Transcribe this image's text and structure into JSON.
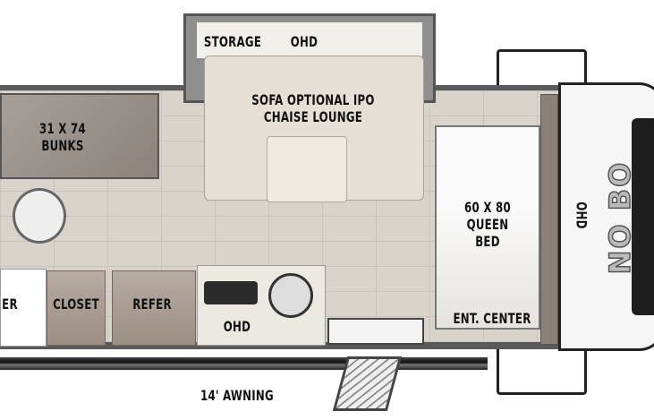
{
  "floorplan": {
    "slideout": {
      "storage": "STORAGE",
      "ohd": "OHD"
    },
    "sofa": "SOFA OPTIONAL IPO CHAISE LOUNGE",
    "bunks": "31 X 74 BUNKS",
    "bed": "60 X 80 QUEEN BED",
    "front_ohd": "OHD",
    "logo": "NO BO",
    "shower": "ER",
    "closet": "CLOSET",
    "refer": "REFER",
    "kitchen_ohd": "OHD",
    "ent_center": "ENT. CENTER",
    "awning": "14' AWNING"
  },
  "colors": {
    "floor": "#d8d3cb",
    "wall": "#5a5a5a",
    "cabinet": "#a89c91",
    "window": "#1e1e1e"
  }
}
